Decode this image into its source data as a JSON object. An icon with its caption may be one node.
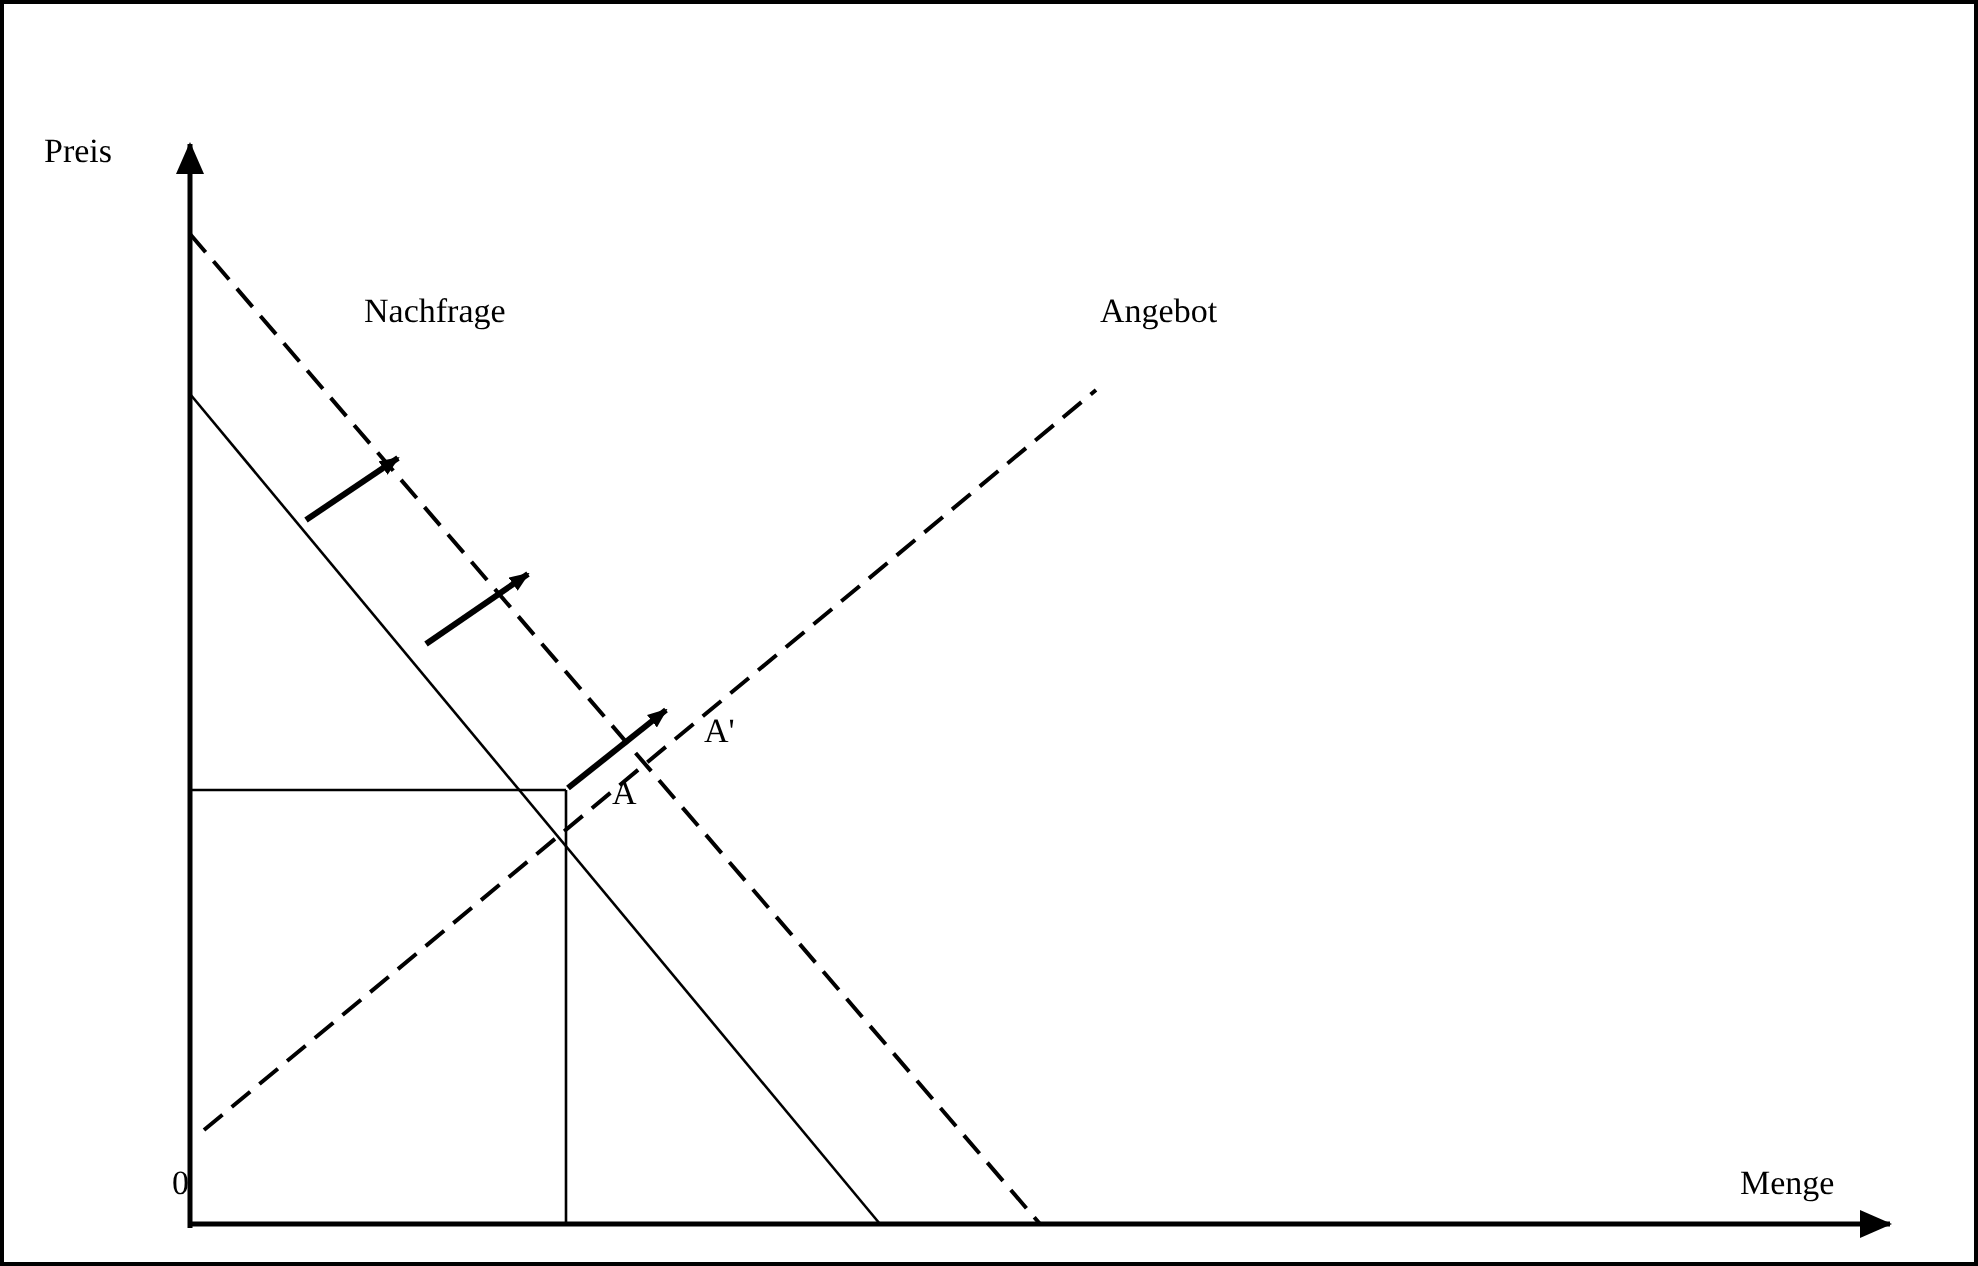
{
  "diagram": {
    "labels": [
      "Preis",
      "Nachfrage",
      "Angebot",
      "A'",
      "A",
      "0",
      "Menge"
    ]
  }
}
